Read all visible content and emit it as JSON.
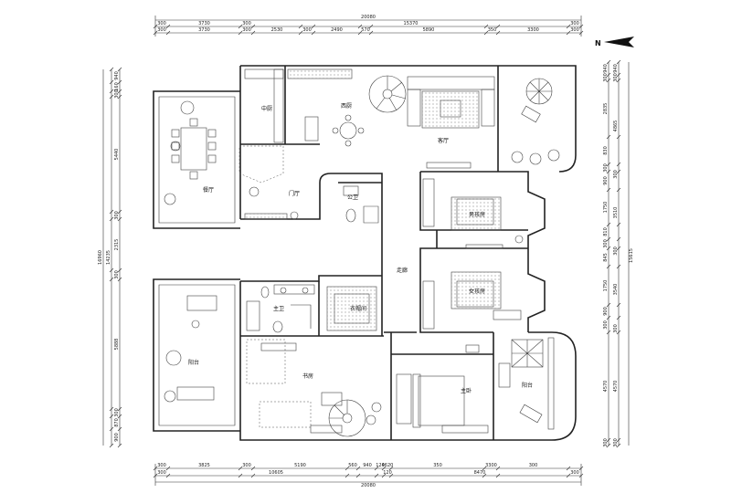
{
  "north": {
    "letter": "N",
    "icon": "north-arrow-icon"
  },
  "top_dims": {
    "total": "20080",
    "row2": [
      "300",
      "3730",
      "300",
      "15370",
      "300"
    ],
    "row3": [
      "300",
      "3730",
      "300",
      "2530",
      "300",
      "2490",
      "570",
      "5890",
      "350",
      "3300",
      "300"
    ]
  },
  "bottom_dims": {
    "row1": [
      "300",
      "3825",
      "300",
      "5190",
      "560",
      "940",
      "120",
      "4620",
      "350",
      "3300",
      "300"
    ],
    "row2": [
      "300",
      "10605",
      "120",
      "8470",
      "300"
    ],
    "total": "20080"
  },
  "left_dims": {
    "outer": "16960",
    "mid": "14235",
    "inner": [
      "940",
      "160",
      "300",
      "5440",
      "300",
      "2315",
      "300",
      "5888",
      "300",
      "870",
      "900"
    ]
  },
  "right_dims": {
    "outer": "15615",
    "mid": [
      "940",
      "300",
      "4865",
      "300",
      "3510",
      "300",
      "3540",
      "300",
      "4570",
      "300"
    ],
    "inner": [
      "940",
      "300",
      "2835",
      "830",
      "300",
      "900",
      "1750",
      "810",
      "300",
      "845",
      "1750",
      "900",
      "300",
      "4570",
      "300"
    ]
  },
  "rooms": {
    "zhongchu": "中厨",
    "xichu": "西厨",
    "keting": "客厅",
    "canting": "餐厅",
    "menting": "门厅",
    "gongwei": "公卫",
    "nanhaifang": "男孩房",
    "zoulang": "走廊",
    "nvhaifang": "女孩房",
    "zhuwei": "主卫",
    "yimaojian": "衣帽间",
    "yangtai_left": "阳台",
    "shufang": "书房",
    "zhuwo": "主卧",
    "yangtai_right": "阳台"
  }
}
